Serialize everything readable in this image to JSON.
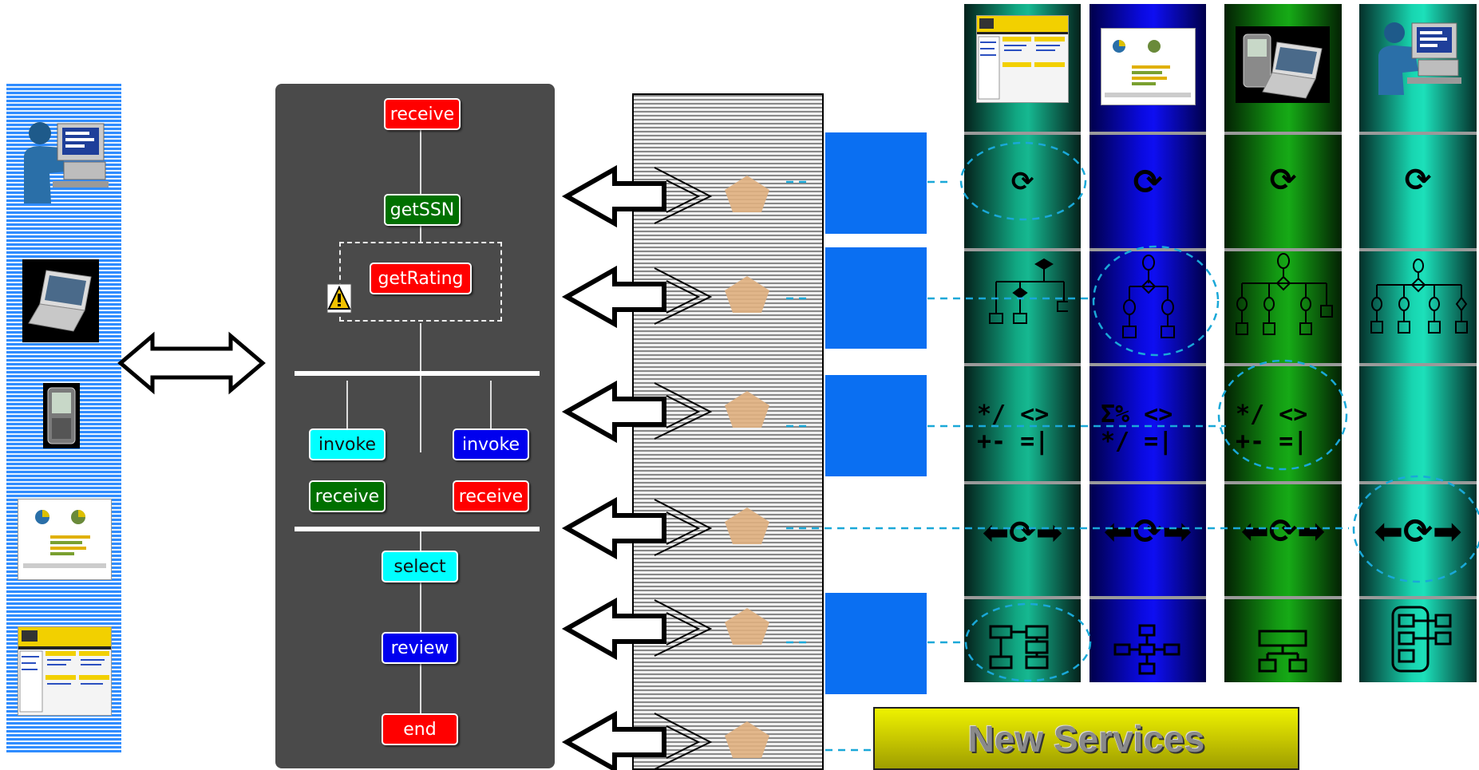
{
  "flow": {
    "receive_top": "receive",
    "get_ssn": "getSSN",
    "get_rating": "getRating",
    "invoke_left": "invoke",
    "invoke_right": "invoke",
    "receive_left": "receive",
    "receive_right": "receive",
    "select": "select",
    "review": "review",
    "end": "end"
  },
  "banner": {
    "label": "New Services"
  },
  "icons": {
    "ops_row_col1": [
      "*/  <>",
      "+-  =|"
    ],
    "ops_row_col2": [
      "Σ%  <>",
      "*/  =|"
    ],
    "ops_row_col3": [
      "*/  <>",
      "+-  =|"
    ]
  },
  "colors": {
    "red": "#ff0000",
    "green": "#007000",
    "cyan": "#00ffff",
    "blue": "#0000ee",
    "block_blue": "#0a6ff2",
    "dashed": "#1aa8d8"
  }
}
